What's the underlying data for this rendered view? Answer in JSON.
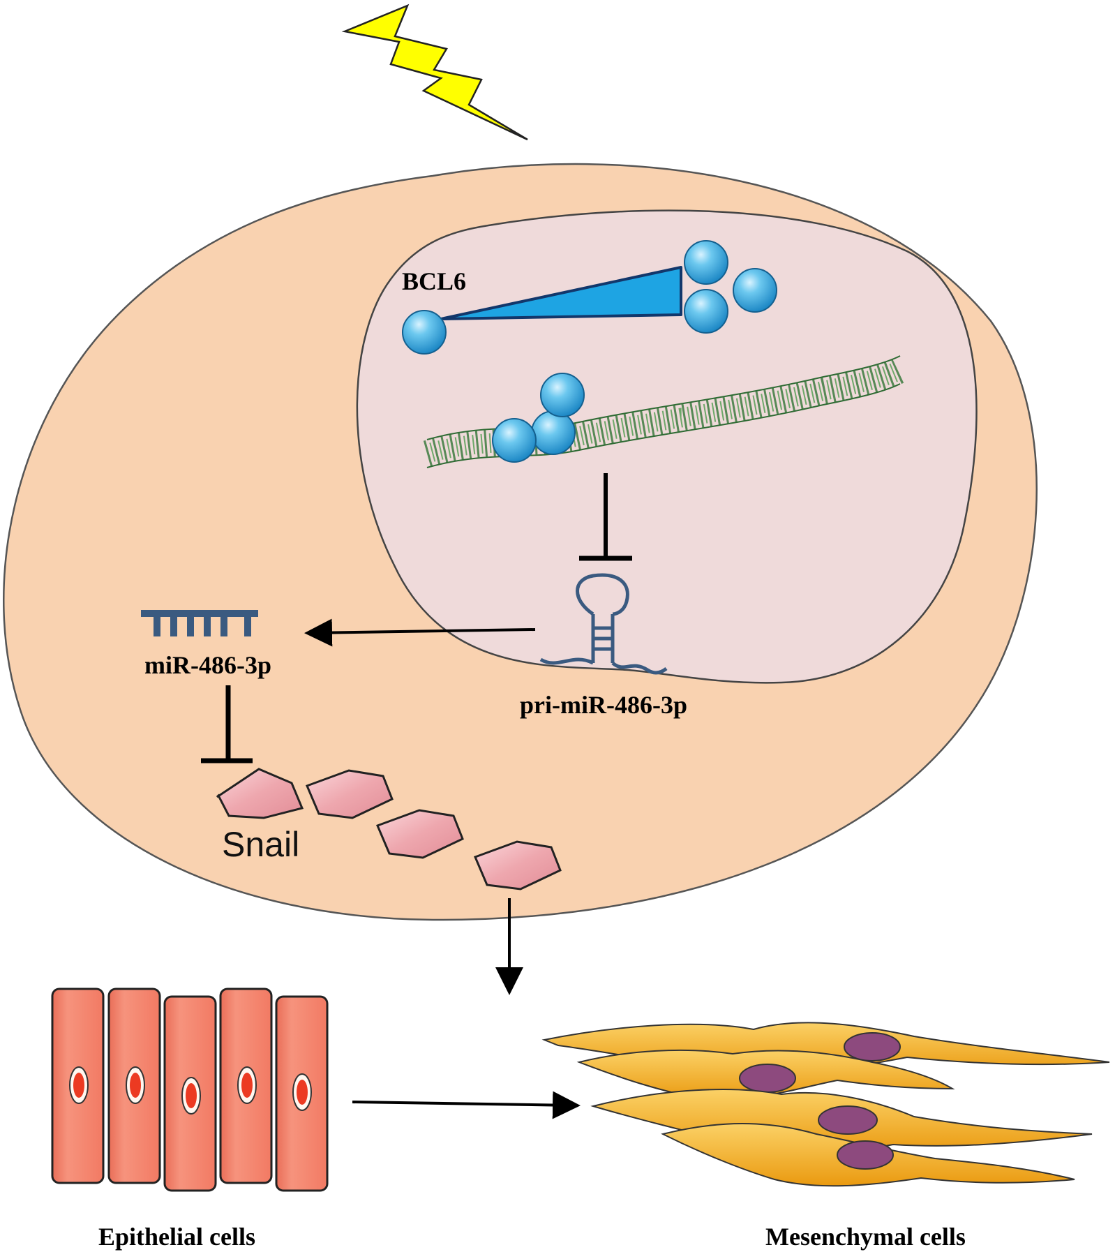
{
  "labels": {
    "bcl6": "BCL6",
    "mirna": "miR-486-3p",
    "primirna": "pri-miR-486-3p",
    "snail": "Snail",
    "epithelial": "Epithelial cells",
    "mesenchymal": "Mesenchymal cells"
  },
  "colors": {
    "lightning": "#ffff00",
    "cytoplasm": "#f9d2b0",
    "nucleus": "#efdada",
    "protein_blue": "#2fa7dd",
    "wedge_blue": "#1ea4e3",
    "dna_green": "#4a8a4a",
    "mirna_blue": "#3a5a80",
    "snail_pink": "#eea7ae",
    "epithelial_red": "#f48a75",
    "mesenchymal_orange": "#f2ad1c",
    "mesenchymal_nucleus": "#8d4a7e"
  }
}
